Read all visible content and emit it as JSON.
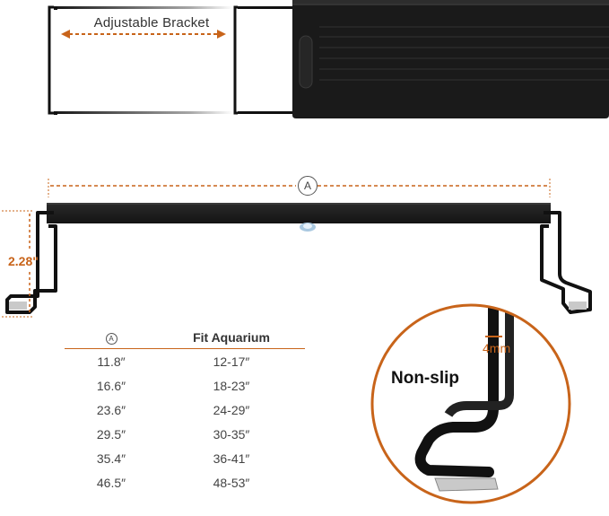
{
  "bracket_caption": "Adjustable Bracket",
  "dimension_marker": "A",
  "height_label": "2.28\"",
  "table": {
    "marker": "A",
    "header": "Fit Aquarium",
    "rows": [
      {
        "length": "11.8″",
        "fit": "12-17″"
      },
      {
        "length": "16.6″",
        "fit": "18-23″"
      },
      {
        "length": "23.6″",
        "fit": "24-29″"
      },
      {
        "length": "29.5″",
        "fit": "30-35″"
      },
      {
        "length": "35.4″",
        "fit": "36-41″"
      },
      {
        "length": "46.5″",
        "fit": "48-53″"
      }
    ]
  },
  "zoom": {
    "label": "Non-slip",
    "thickness": "4mm"
  },
  "colors": {
    "accent": "#c8641a",
    "fixture": "#1c1c1c"
  }
}
